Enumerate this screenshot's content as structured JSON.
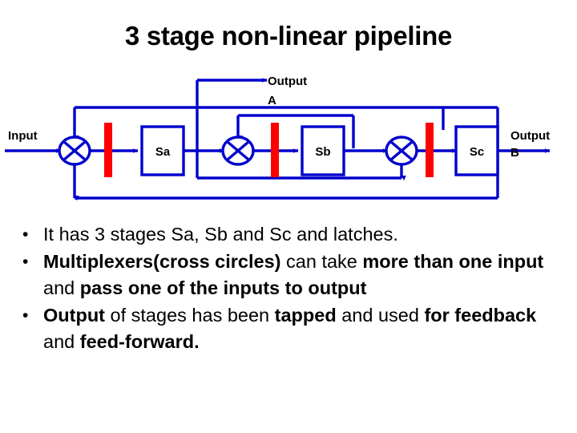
{
  "title": "3 stage non-linear pipeline",
  "diagram": {
    "colors": {
      "wire": "#0000CC",
      "latch": "#FF0000",
      "box_border": "#0000CC",
      "box_fill": "#FFFFFF",
      "text": "#000000"
    },
    "labels": {
      "input": "Input",
      "output_a": "Output",
      "output_a_line2": "A",
      "output_b": "Output",
      "output_b_line2": "B"
    },
    "stages": [
      {
        "name": "Sa"
      },
      {
        "name": "Sb"
      },
      {
        "name": "Sc"
      }
    ],
    "muxes": [
      {
        "name": "mux-1"
      },
      {
        "name": "mux-2"
      },
      {
        "name": "mux-3"
      }
    ],
    "latches": [
      {
        "name": "latch-1"
      },
      {
        "name": "latch-2"
      },
      {
        "name": "latch-3"
      }
    ]
  },
  "bullets": [
    {
      "marker": "•",
      "runs": [
        {
          "text": "It has 3 stages Sa, Sb and Sc and latches.",
          "bold": false
        }
      ]
    },
    {
      "marker": "•",
      "runs": [
        {
          "text": "Multiplexers(cross circles) ",
          "bold": true
        },
        {
          "text": "can take ",
          "bold": false
        },
        {
          "text": "more than one input",
          "bold": true
        },
        {
          "text": "  and ",
          "bold": false
        },
        {
          "text": "pass one of the inputs to output",
          "bold": true
        }
      ]
    },
    {
      "marker": "•",
      "runs": [
        {
          "text": "Output",
          "bold": true
        },
        {
          "text": " of stages has been ",
          "bold": false
        },
        {
          "text": "tapped",
          "bold": true
        },
        {
          "text": " and used ",
          "bold": false
        },
        {
          "text": "for feedback",
          "bold": true
        },
        {
          "text": " and ",
          "bold": false
        },
        {
          "text": "feed-forward.",
          "bold": true
        }
      ]
    }
  ]
}
